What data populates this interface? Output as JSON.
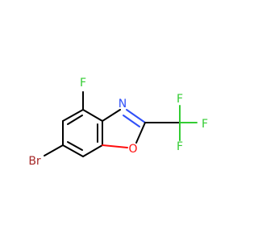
{
  "molecule": {
    "atoms": {
      "f_top": "F",
      "n": "N",
      "o": "O",
      "br": "Br",
      "f_cf3_top": "F",
      "f_cf3_right": "F",
      "f_cf3_bottom": "F"
    },
    "colors": {
      "bond": "#000000",
      "fluorine": "#33CC33",
      "oxygen": "#FF0D0D",
      "nitrogen": "#3050F8",
      "bromine": "#A62929"
    }
  }
}
